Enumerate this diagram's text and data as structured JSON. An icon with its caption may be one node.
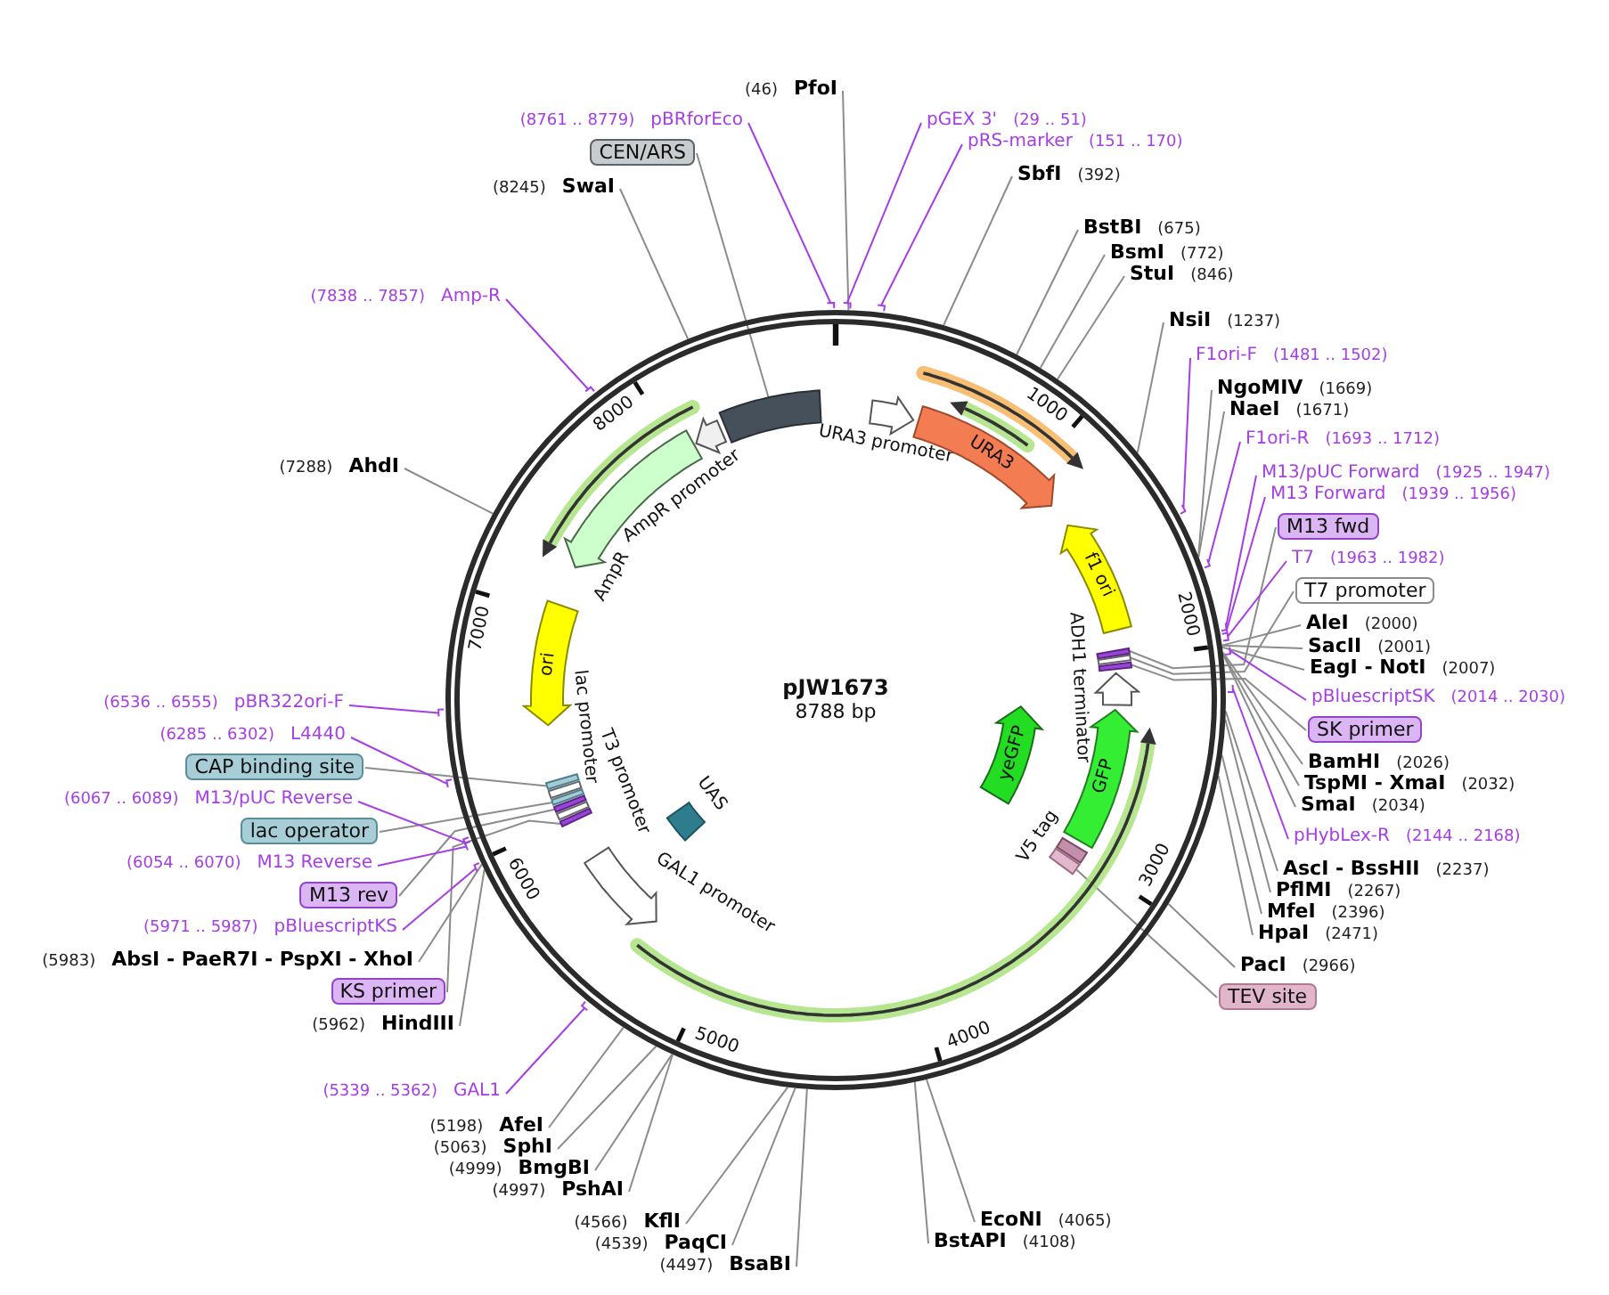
{
  "diagram": {
    "nodes": [
      {
        "text": [
          "pJW1673",
          "8788 bp"
        ]
      },
      {
        "text": [],
        "shape": "arrow",
        "beside": [
          "URA3 promoter"
        ],
        "in": 0
      },
      {
        "text": [
          "URA3"
        ],
        "in": 0
      },
      {
        "text": [
          "f1 ori"
        ],
        "in": 0
      },
      {
        "text": [],
        "shape": "bar",
        "in": 0
      },
      {
        "text": [],
        "shape": "bar",
        "in": 0
      },
      {
        "text": [],
        "shape": "bar",
        "in": 0
      },
      {
        "text": [],
        "shape": "arrow",
        "beside": [
          "ADH1 terminator"
        ],
        "in": 0
      },
      {
        "text": [
          "GFP"
        ],
        "in": 0
      },
      {
        "text": [
          "yeGFP"
        ],
        "in": 0
      },
      {
        "text": [],
        "shape": "bar",
        "beside": [
          "V5 tag"
        ],
        "in": 0
      },
      {
        "text": [],
        "shape": "bar",
        "in": 0
      },
      {
        "text": [],
        "shape": "arrow",
        "beside": [
          "GAL1 promoter"
        ],
        "in": 0
      },
      {
        "text": [],
        "shape": "box",
        "beside": [
          "UAS"
        ],
        "in": 0
      },
      {
        "text": [],
        "shape": "bar",
        "in": 0
      },
      {
        "text": [],
        "shape": "bar",
        "beside": [
          "T3 promoter"
        ],
        "in": 0
      },
      {
        "text": [],
        "shape": "bar",
        "in": 0
      },
      {
        "text": [],
        "shape": "bar",
        "in": 0
      },
      {
        "text": [],
        "shape": "bar",
        "beside": [
          "lac promoter"
        ],
        "in": 0
      },
      {
        "text": [],
        "shape": "bar",
        "in": 0
      },
      {
        "text": [
          "ori"
        ],
        "in": 0
      },
      {
        "text": [],
        "shape": "arrow",
        "beside": [
          "AmpR"
        ],
        "in": 0
      },
      {
        "text": [],
        "shape": "arrow",
        "beside": [
          "AmpR promoter"
        ],
        "in": 0
      },
      {
        "text": [],
        "shape": "bar",
        "in": 0
      },
      {
        "text": [
          "(46)",
          "PfoI"
        ]
      },
      {
        "text": [
          "pGEX 3'",
          "(29 .. 51)"
        ]
      },
      {
        "text": [
          "pRS-marker",
          "(151 .. 170)"
        ]
      },
      {
        "text": [
          "SbfI",
          "(392)"
        ]
      },
      {
        "text": [
          "BstBI",
          "(675)"
        ]
      },
      {
        "text": [
          "BsmI",
          "(772)"
        ]
      },
      {
        "text": [
          "StuI",
          "(846)"
        ]
      },
      {
        "text": [
          "NsiI",
          "(1237)"
        ]
      },
      {
        "text": [
          "F1ori-F",
          "(1481 .. 1502)"
        ]
      },
      {
        "text": [
          "NgoMIV",
          "(1669)"
        ]
      },
      {
        "text": [
          "NaeI",
          "(1671)"
        ]
      },
      {
        "text": [
          "F1ori-R",
          "(1693 .. 1712)"
        ]
      },
      {
        "text": [
          "M13/pUC Forward",
          "(1925 .. 1947)"
        ]
      },
      {
        "text": [
          "M13 Forward",
          "(1939 .. 1956)"
        ]
      },
      {
        "text": [
          "M13 fwd"
        ]
      },
      {
        "text": [
          "T7",
          "(1963 .. 1982)"
        ]
      },
      {
        "text": [
          "T7 promoter"
        ]
      },
      {
        "text": [
          "AleI",
          "(2000)"
        ]
      },
      {
        "text": [
          "SacII",
          "(2001)"
        ]
      },
      {
        "text": [
          "EagI - NotI",
          "(2007)"
        ]
      },
      {
        "text": [
          "pBluescriptSK",
          "(2014 .. 2030)"
        ]
      },
      {
        "text": [
          "SK primer"
        ]
      },
      {
        "text": [
          "BamHI",
          "(2026)"
        ]
      },
      {
        "text": [
          "TspMI - XmaI",
          "(2032)"
        ]
      },
      {
        "text": [
          "SmaI",
          "(2034)"
        ]
      },
      {
        "text": [
          "pHybLex-R",
          "(2144 .. 2168)"
        ]
      },
      {
        "text": [
          "AscI - BssHII",
          "(2237)"
        ]
      },
      {
        "text": [
          "PflMI",
          "(2267)"
        ]
      },
      {
        "text": [
          "MfeI",
          "(2396)"
        ]
      },
      {
        "text": [
          "HpaI",
          "(2471)"
        ]
      },
      {
        "text": [
          "PacI",
          "(2966)"
        ]
      },
      {
        "text": [
          "TEV site"
        ]
      },
      {
        "text": [
          "EcoNI",
          "(4065)"
        ]
      },
      {
        "text": [
          "BstAPI",
          "(4108)"
        ]
      },
      {
        "text": [
          "(4497)",
          "BsaBI"
        ]
      },
      {
        "text": [
          "(4539)",
          "PaqCI"
        ]
      },
      {
        "text": [
          "(4566)",
          "KflI"
        ]
      },
      {
        "text": [
          "(4997)",
          "PshAI"
        ]
      },
      {
        "text": [
          "(4999)",
          "BmgBI"
        ]
      },
      {
        "text": [
          "(5063)",
          "SphI"
        ]
      },
      {
        "text": [
          "(5198)",
          "AfeI"
        ]
      },
      {
        "text": [
          "(5339 .. 5362)",
          "GAL1"
        ]
      },
      {
        "text": [
          "(5962)",
          "HindIII"
        ]
      },
      {
        "text": [
          "KS primer"
        ]
      },
      {
        "text": [
          "(5983)",
          "AbsI - PaeR7I - PspXI - XhoI"
        ]
      },
      {
        "text": [
          "(5971 .. 5987)",
          "pBluescriptKS"
        ]
      },
      {
        "text": [
          "M13 rev"
        ]
      },
      {
        "text": [
          "(6054 .. 6070)",
          "M13 Reverse"
        ]
      },
      {
        "text": [
          "lac operator"
        ]
      },
      {
        "text": [
          "(6067 .. 6089)",
          "M13/pUC Reverse"
        ]
      },
      {
        "text": [
          "CAP binding site"
        ]
      },
      {
        "text": [
          "(6285 .. 6302)",
          "L4440"
        ]
      },
      {
        "text": [
          "(6536 .. 6555)",
          "pBR322ori-F"
        ]
      },
      {
        "text": [
          "(7288)",
          "AhdI"
        ]
      },
      {
        "text": [
          "(7838 .. 7857)",
          "Amp-R"
        ]
      },
      {
        "text": [
          "(8245)",
          "SwaI"
        ]
      },
      {
        "text": [
          "CEN/ARS"
        ]
      },
      {
        "text": [
          "(8761 .. 8779)",
          "pBRforEco"
        ]
      }
    ],
    "edges": [
      {
        "from": 24,
        "to": 0,
        "arrow": "none"
      },
      {
        "from": 25,
        "to": 0,
        "arrow": "none",
        "color": "#a63ee6"
      },
      {
        "from": 26,
        "to": 0,
        "arrow": "none",
        "color": "#a63ee6"
      },
      {
        "from": 27,
        "to": 0,
        "arrow": "none"
      },
      {
        "from": 28,
        "to": 0,
        "arrow": "none"
      },
      {
        "from": 29,
        "to": 0,
        "arrow": "none"
      },
      {
        "from": 30,
        "to": 0,
        "arrow": "none"
      },
      {
        "from": 31,
        "to": 0,
        "arrow": "none"
      },
      {
        "from": 32,
        "to": 0,
        "arrow": "none",
        "color": "#a63ee6"
      },
      {
        "from": 33,
        "to": 0,
        "arrow": "none"
      },
      {
        "from": 34,
        "to": 0,
        "arrow": "none"
      },
      {
        "from": 35,
        "to": 0,
        "arrow": "none",
        "color": "#a63ee6"
      },
      {
        "from": 36,
        "to": 0,
        "arrow": "none",
        "color": "#a63ee6"
      },
      {
        "from": 37,
        "to": 0,
        "arrow": "none",
        "color": "#a63ee6"
      },
      {
        "from": 38,
        "to": 4,
        "arrow": "none"
      },
      {
        "from": 39,
        "to": 0,
        "arrow": "none",
        "color": "#a63ee6"
      },
      {
        "from": 40,
        "to": 5,
        "arrow": "none"
      },
      {
        "from": 41,
        "to": 0,
        "arrow": "none"
      },
      {
        "from": 42,
        "to": 0,
        "arrow": "none"
      },
      {
        "from": 43,
        "to": 0,
        "arrow": "none"
      },
      {
        "from": 44,
        "to": 0,
        "arrow": "none",
        "color": "#a63ee6"
      },
      {
        "from": 45,
        "to": 6,
        "arrow": "none"
      },
      {
        "from": 46,
        "to": 0,
        "arrow": "none"
      },
      {
        "from": 47,
        "to": 0,
        "arrow": "none"
      },
      {
        "from": 48,
        "to": 0,
        "arrow": "none"
      },
      {
        "from": 49,
        "to": 0,
        "arrow": "none",
        "color": "#a63ee6"
      },
      {
        "from": 50,
        "to": 0,
        "arrow": "none"
      },
      {
        "from": 51,
        "to": 0,
        "arrow": "none"
      },
      {
        "from": 52,
        "to": 0,
        "arrow": "none"
      },
      {
        "from": 53,
        "to": 0,
        "arrow": "none"
      },
      {
        "from": 54,
        "to": 0,
        "arrow": "none"
      },
      {
        "from": 55,
        "to": 11,
        "arrow": "none"
      },
      {
        "from": 56,
        "to": 0,
        "arrow": "none"
      },
      {
        "from": 57,
        "to": 0,
        "arrow": "none"
      },
      {
        "from": 58,
        "to": 0,
        "arrow": "none"
      },
      {
        "from": 59,
        "to": 0,
        "arrow": "none"
      },
      {
        "from": 60,
        "to": 0,
        "arrow": "none"
      },
      {
        "from": 61,
        "to": 0,
        "arrow": "none"
      },
      {
        "from": 62,
        "to": 0,
        "arrow": "none"
      },
      {
        "from": 63,
        "to": 0,
        "arrow": "none"
      },
      {
        "from": 64,
        "to": 0,
        "arrow": "none"
      },
      {
        "from": 65,
        "to": 0,
        "arrow": "none",
        "color": "#a63ee6"
      },
      {
        "from": 66,
        "to": 0,
        "arrow": "none"
      },
      {
        "from": 67,
        "to": 14,
        "arrow": "none"
      },
      {
        "from": 68,
        "to": 0,
        "arrow": "none"
      },
      {
        "from": 69,
        "to": 0,
        "arrow": "none",
        "color": "#a63ee6"
      },
      {
        "from": 70,
        "to": 16,
        "arrow": "none"
      },
      {
        "from": 71,
        "to": 0,
        "arrow": "none",
        "color": "#a63ee6"
      },
      {
        "from": 72,
        "to": 17,
        "arrow": "none"
      },
      {
        "from": 73,
        "to": 0,
        "arrow": "none",
        "color": "#a63ee6"
      },
      {
        "from": 74,
        "to": 19,
        "arrow": "none"
      },
      {
        "from": 75,
        "to": 0,
        "arrow": "none",
        "color": "#a63ee6"
      },
      {
        "from": 76,
        "to": 0,
        "arrow": "none",
        "color": "#a63ee6"
      },
      {
        "from": 77,
        "to": 0,
        "arrow": "none"
      },
      {
        "from": 78,
        "to": 0,
        "arrow": "none",
        "color": "#a63ee6"
      },
      {
        "from": 79,
        "to": 0,
        "arrow": "none"
      },
      {
        "from": 80,
        "to": 23,
        "arrow": "none"
      },
      {
        "from": 81,
        "to": 0,
        "arrow": "none",
        "color": "#a63ee6"
      }
    ],
    "labels": [
      "1000",
      "2000",
      "3000",
      "4000",
      "5000",
      "6000",
      "7000",
      "8000"
    ]
  }
}
